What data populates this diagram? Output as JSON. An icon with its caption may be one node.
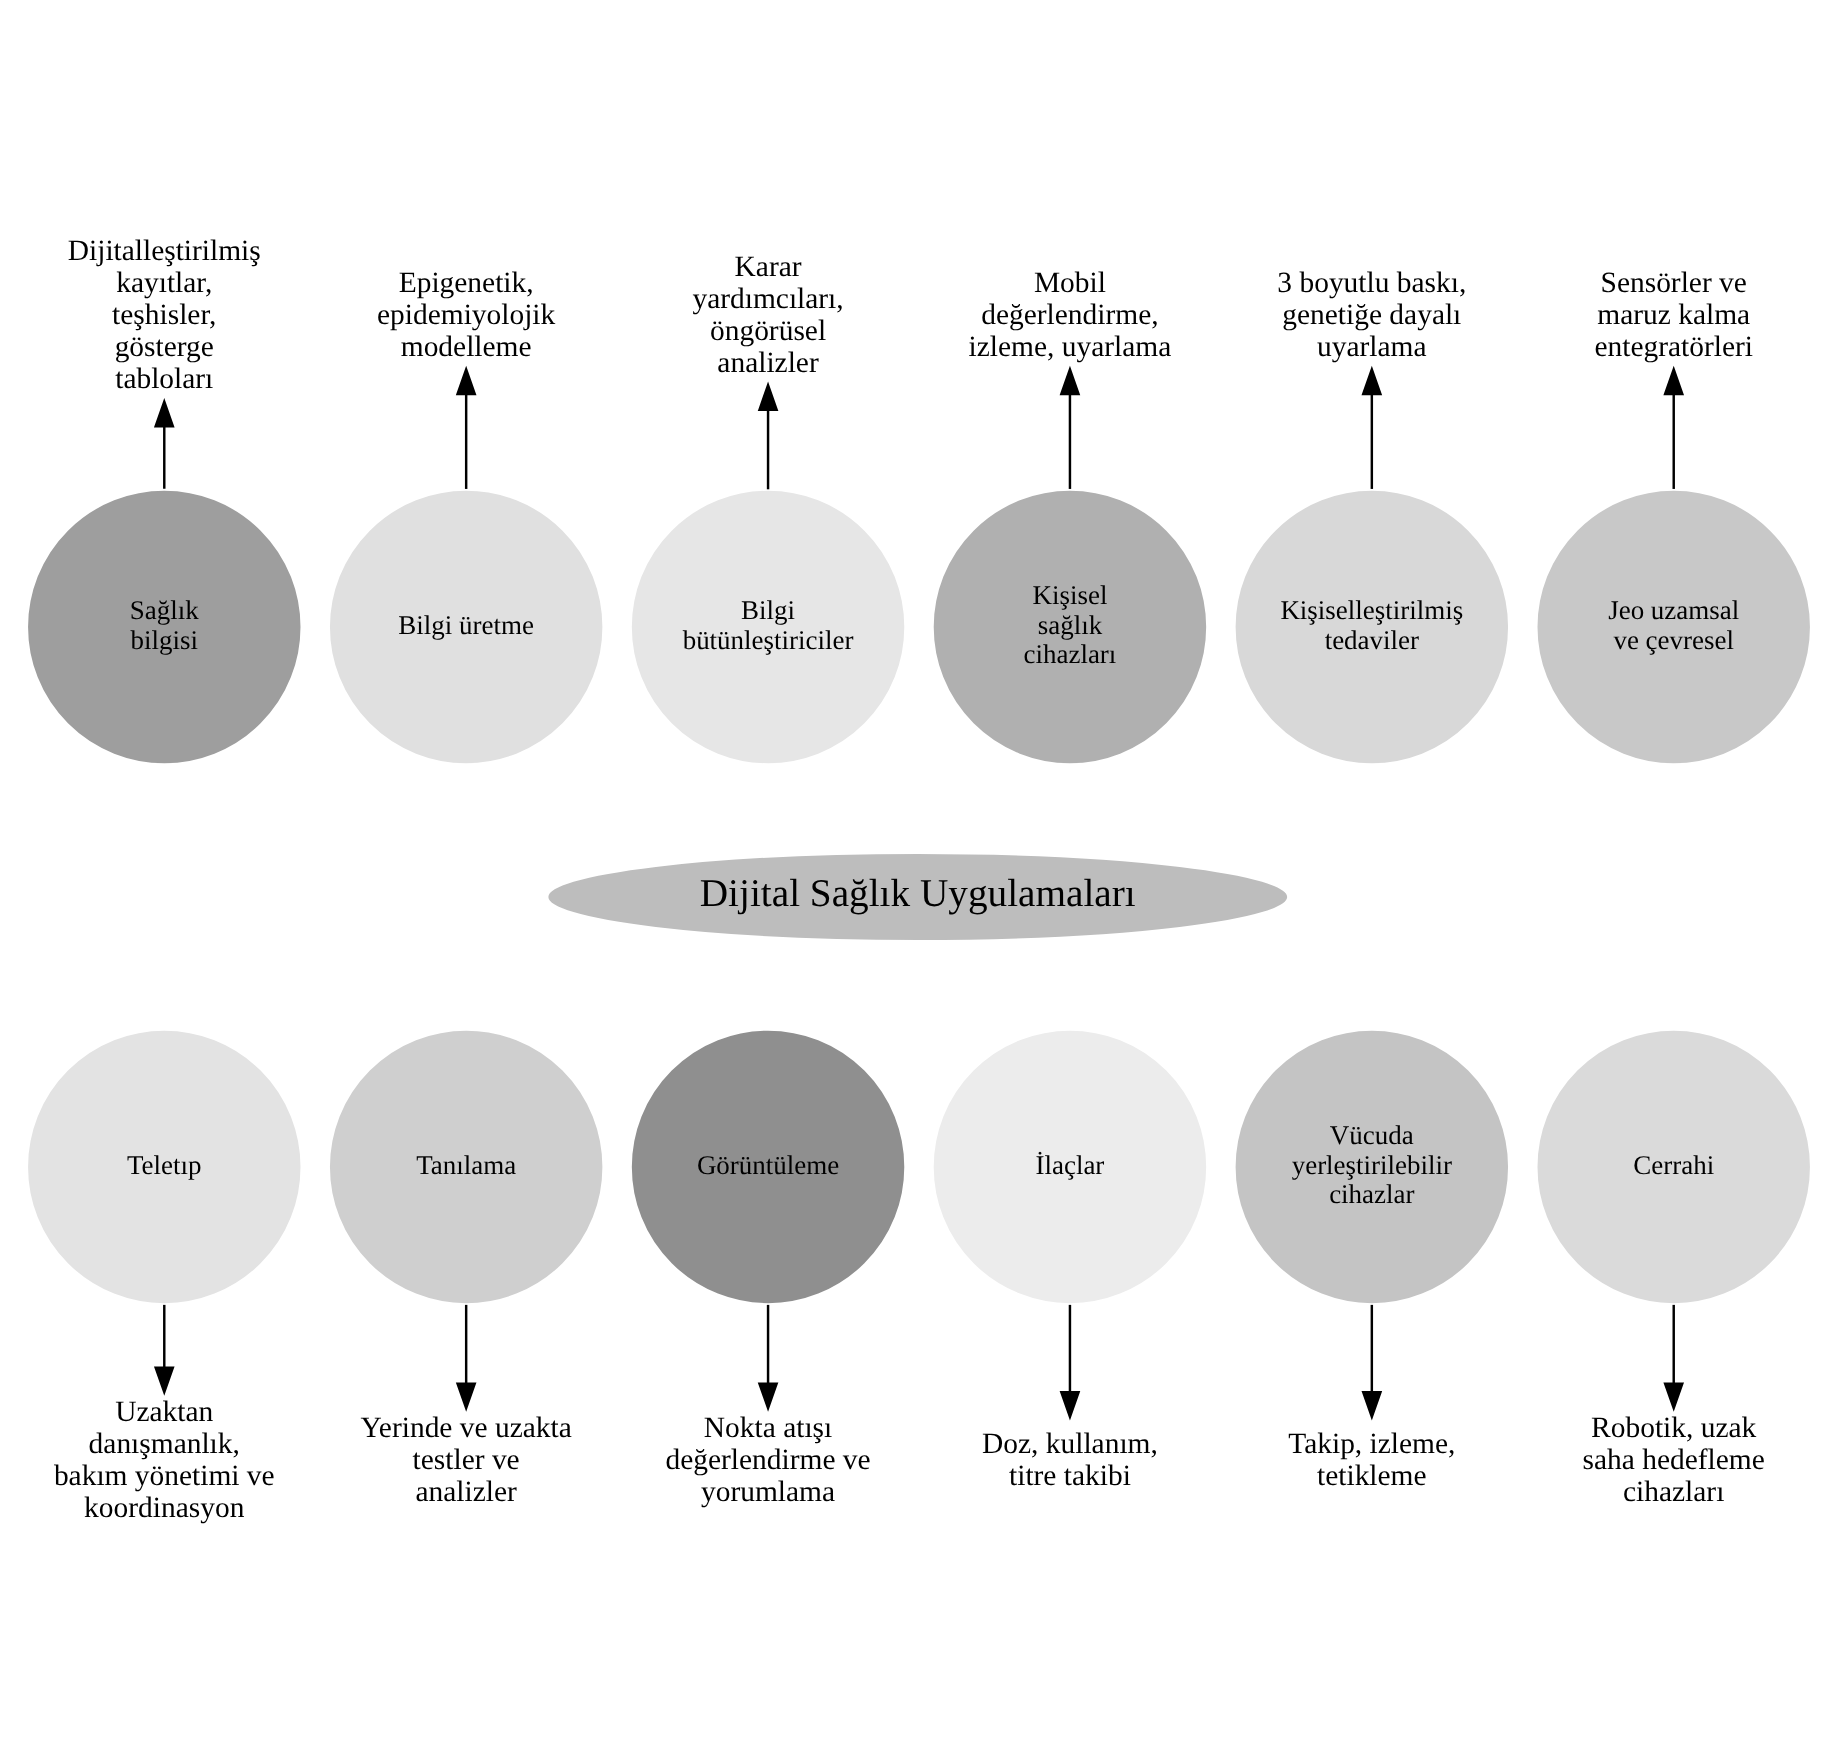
{
  "diagram": {
    "nodes": [
      {
        "text": [
          "Dijital Sağlık Uygulamaları"
        ]
      },
      {
        "text": [
          "Sağlık bilgisi"
        ]
      },
      {
        "text": [
          "Bilgi üretme"
        ]
      },
      {
        "text": [
          "Bilgi bütünleştiriciler"
        ]
      },
      {
        "text": [
          "Kişisel sağlık cihazları"
        ]
      },
      {
        "text": [
          "Teletıp"
        ]
      },
      {
        "text": [
          "Tanılama"
        ]
      },
      {
        "text": [
          "Görüntüleme"
        ]
      },
      {
        "text": [
          "İlaçlar"
        ]
      },
      {
        "text": [
          "Vücuda yerleştirilebilir cihazlar"
        ]
      },
      {
        "text": [
          "Cerrahi"
        ]
      },
      {
        "text": [
          "Kişiselleştirilmiş tedaviler"
        ]
      },
      {
        "text": [
          "Jeo uzamsal ve çevresel"
        ]
      },
      {
        "text": [
          "Dijitalleştirilmiş kayıtlar, teşhisler, gösterge tabloları"
        ]
      },
      {
        "text": [
          "Epigenetik, epidemiyolojik modelleme"
        ]
      },
      {
        "text": [
          "Karar yardımcıları, öngörüsel analizler"
        ]
      },
      {
        "text": [
          "Mobil değerlendirme, izleme, uyarlama"
        ]
      },
      {
        "text": [
          "Uzaktan danışmanlık, bakım yönetimi ve koordinasyon"
        ]
      },
      {
        "text": [
          "Yerinde ve uzakta testler ve analizler"
        ]
      },
      {
        "text": [
          "Nokta atışı değerlendirme ve yorumlama"
        ]
      },
      {
        "text": [
          "Doz, kullanım, titre takibi"
        ]
      },
      {
        "text": [
          "Takip, izleme, tetikleme"
        ]
      },
      {
        "text": [
          "Robotik, uzak saha hedefleme cihazları"
        ]
      },
      {
        "text": [
          "3 boyutlu baskı, genetiğe dayalı uyarlama"
        ]
      },
      {
        "text": [
          "Sensörler ve maruz kalma entegratörleri"
        ]
      }
    ],
    "edges": [
      {
        "from": 1,
        "to": 13,
        "arrow": "to"
      },
      {
        "from": 2,
        "to": 14,
        "arrow": "to"
      },
      {
        "from": 3,
        "to": 15,
        "arrow": "to"
      },
      {
        "from": 4,
        "to": 16,
        "arrow": "to"
      },
      {
        "from": 5,
        "to": 17,
        "arrow": "to"
      },
      {
        "from": 6,
        "to": 18,
        "arrow": "to"
      },
      {
        "from": 7,
        "to": 19,
        "arrow": "to"
      },
      {
        "from": 8,
        "to": 20,
        "arrow": "to"
      },
      {
        "from": 9,
        "to": 21,
        "arrow": "to"
      },
      {
        "from": 10,
        "to": 22,
        "arrow": "to"
      },
      {
        "from": 11,
        "to": 23,
        "arrow": "to"
      },
      {
        "from": 12,
        "to": 24,
        "arrow": "to"
      }
    ]
  }
}
